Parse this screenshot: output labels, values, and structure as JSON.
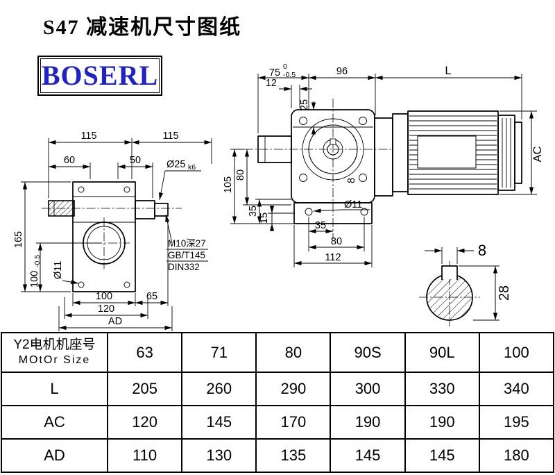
{
  "page": {
    "title": "S47 减速机尺寸图纸",
    "logo_text": "BOSERL",
    "colors": {
      "logo_blue": "#1e22c8",
      "line_black": "#000000"
    }
  },
  "left_view": {
    "dim_115_left": "115",
    "dim_115_right": "115",
    "dim_60": "60",
    "dim_50": "50",
    "shaft_dia": "Ø25",
    "shaft_fit": "k6",
    "dim_165": "165",
    "dim_100_vertical": "100",
    "dim_100_tolerance": "-0.5",
    "hole_dia": "Ø11",
    "dim_100_bottom": "100",
    "dim_65": "65",
    "dim_120": "120",
    "dim_ad": "AD",
    "note_line1": "M10深27",
    "note_line2": "GB/T145",
    "note_line3": "DIN332"
  },
  "right_view": {
    "dim_75": "75",
    "dim_75_tol_upper": "0",
    "dim_75_tol_lower": "-0.5",
    "dim_96": "96",
    "dim_l": "L",
    "dim_12": "12",
    "dim_25": "25",
    "dim_105": "105",
    "dim_80_vertical": "80",
    "dim_35_vertical": "35",
    "dim_15": "15",
    "hole_dia": "Ø11",
    "dim_key_8": "8",
    "dim_35_bottom": "35",
    "dim_80_bottom": "80",
    "dim_112": "112",
    "dim_ac": "AC"
  },
  "shaft_section": {
    "dim_key_width": "8",
    "dim_height": "28"
  },
  "table": {
    "header": {
      "line1": "Y2电机机座号",
      "line2": "MOtOr Size"
    },
    "sizes": [
      "63",
      "71",
      "80",
      "90S",
      "90L",
      "100"
    ],
    "rows": [
      {
        "label": "L",
        "values": [
          "205",
          "260",
          "290",
          "300",
          "330",
          "340"
        ]
      },
      {
        "label": "AC",
        "values": [
          "120",
          "145",
          "170",
          "190",
          "190",
          "195"
        ]
      },
      {
        "label": "AD",
        "values": [
          "110",
          "130",
          "135",
          "145",
          "145",
          "180"
        ]
      }
    ]
  }
}
